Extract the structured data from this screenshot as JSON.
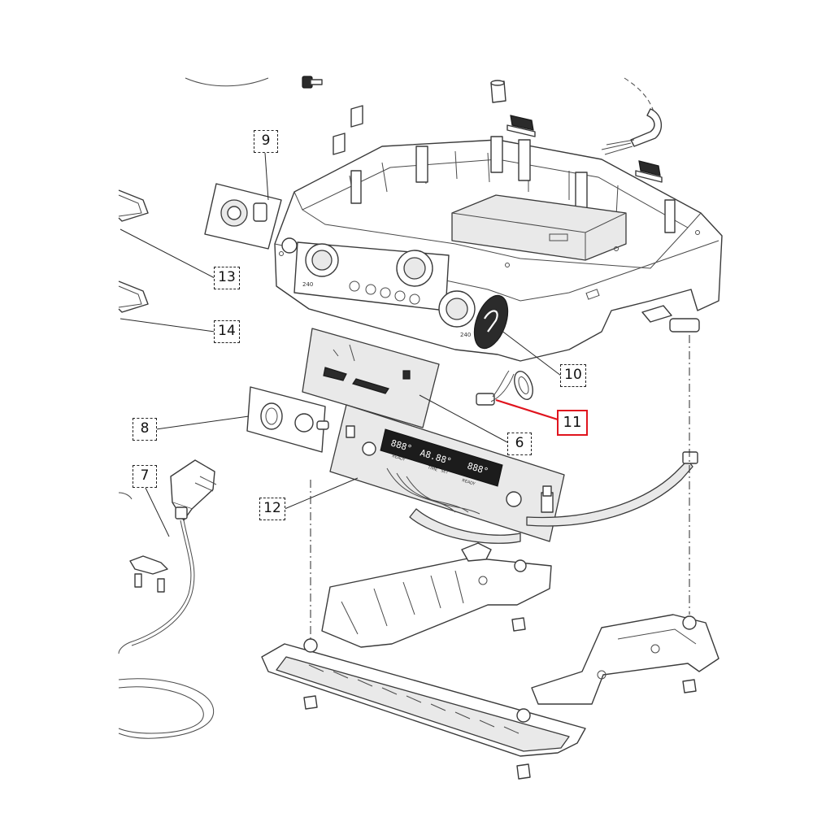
{
  "callouts": [
    {
      "id": "9",
      "label": "9"
    },
    {
      "id": "13",
      "label": "13"
    },
    {
      "id": "14",
      "label": "14"
    },
    {
      "id": "10",
      "label": "10"
    },
    {
      "id": "11",
      "label": "11",
      "highlighted": true
    },
    {
      "id": "6",
      "label": "6"
    },
    {
      "id": "8",
      "label": "8"
    },
    {
      "id": "7",
      "label": "7"
    },
    {
      "id": "12",
      "label": "12"
    }
  ],
  "colors": {
    "line": "#3a3a3a",
    "highlight": "#e0141e",
    "display": "#1c1c1c"
  },
  "printed_text": {
    "knob_left": "240",
    "knob_right": "240",
    "panel_marks": [
      "READY",
      "TIME",
      "SET",
      "READY"
    ]
  }
}
